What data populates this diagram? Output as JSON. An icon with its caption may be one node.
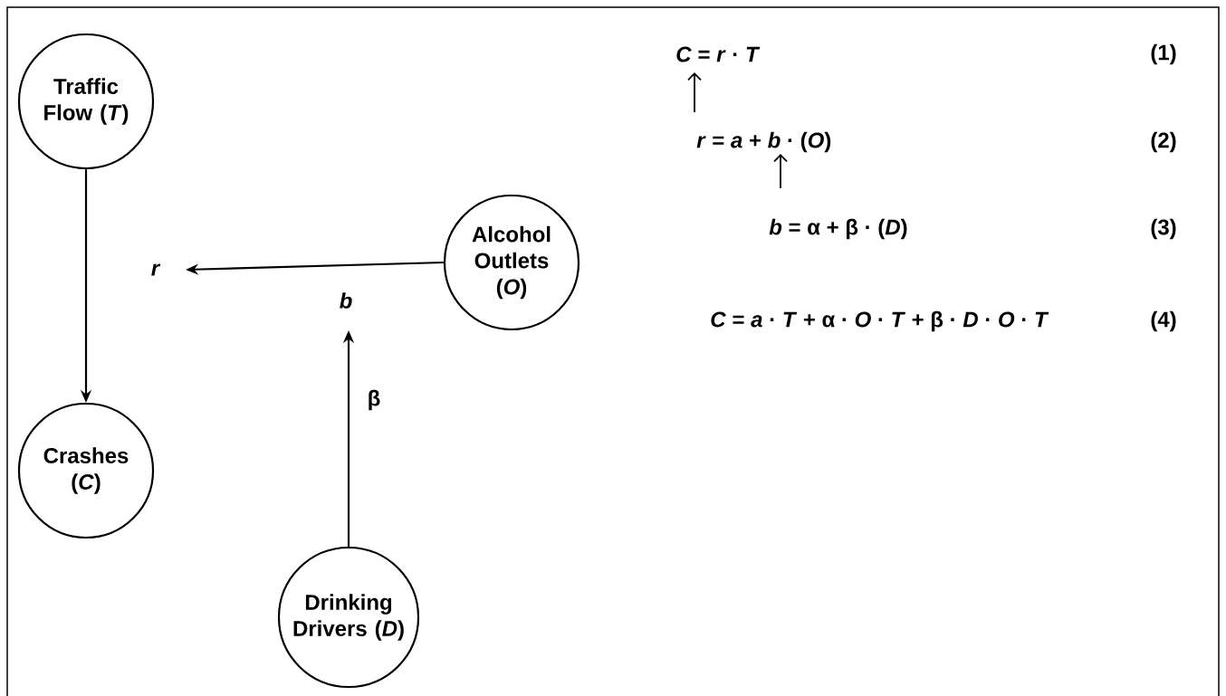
{
  "diagram": {
    "nodes": [
      {
        "text": [
          "Traffic Flow (*T*)"
        ]
      },
      {
        "text": [
          "Crashes (*C*)"
        ]
      },
      {
        "text": [
          "Alcohol Outlets (*O*)"
        ]
      },
      {
        "text": [
          "Drinking Drivers (*D*)"
        ]
      }
    ],
    "edges": [
      {
        "from": 0,
        "to": 1,
        "arrow": "to",
        "label": "*r*"
      },
      {
        "from": 2,
        "to": null,
        "arrow": "to",
        "label": "*b*"
      },
      {
        "from": 3,
        "to": null,
        "arrow": "to",
        "label": "β"
      }
    ],
    "labels": [
      "*C* = *r* · *T*",
      "(1)",
      "*r* = *a* + *b* · (*O*)",
      "(2)",
      "*b* = α + β · (*D*)",
      "(3)",
      "*C* = *a* · *T* + α · *O* · *T* + β · *D* · *O* · *T*",
      "(4)"
    ]
  }
}
